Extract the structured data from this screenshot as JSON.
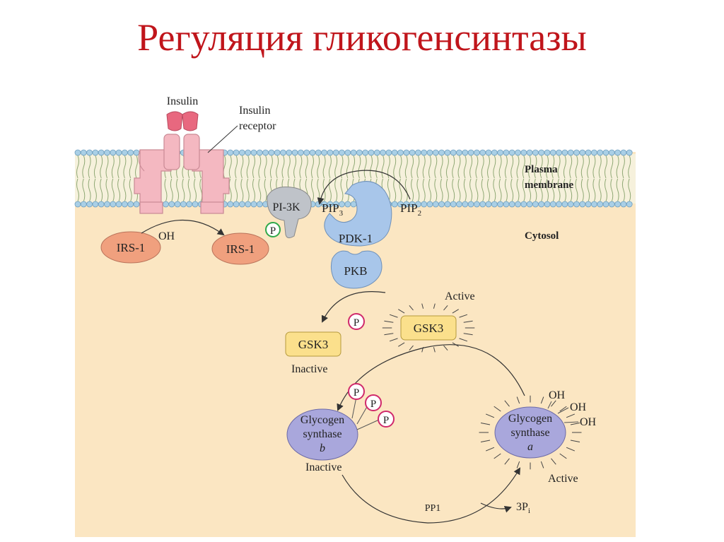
{
  "title": "Регуляция гликогенсинтазы",
  "colors": {
    "title": "#c0151b",
    "cytosol": "#fbe6c2",
    "membrane_lipid": "#a9cfe6",
    "receptor": "#f4b8c1",
    "insulin": "#e8687f",
    "irs": "#f0a07e",
    "pi3k": "#bfc3c9",
    "pdk": "#a8c6ea",
    "gsk": "#fbe08c",
    "glycogen_synthase": "#a9a7dc",
    "phosphate_ring": "#d0296b",
    "phosphate_ring_green": "#2fa84a",
    "pp1": "#1a9bd7"
  },
  "labels": {
    "insulin": "Insulin",
    "insulin_receptor_line1": "Insulin",
    "insulin_receptor_line2": "receptor",
    "plasma_membrane_line1": "Plasma",
    "plasma_membrane_line2": "membrane",
    "cytosol": "Cytosol",
    "irs1_left": "IRS-1",
    "irs1_right": "IRS-1",
    "oh_irs": "OH",
    "p_irs": "P",
    "pi3k": "PI-3K",
    "pip3": "PIP",
    "pip3_sub": "3",
    "pip2": "PIP",
    "pip2_sub": "2",
    "pdk1": "PDK-1",
    "pkb": "PKB",
    "gsk3_active": "GSK3",
    "gsk3_active_state": "Active",
    "gsk3_inactive": "GSK3",
    "gsk3_inactive_state": "Inactive",
    "p_gsk": "P",
    "gs_b_line1": "Glycogen",
    "gs_b_line2": "synthase",
    "gs_b_line3": "b",
    "gs_b_state": "Inactive",
    "gs_p1": "P",
    "gs_p2": "P",
    "gs_p3": "P",
    "gs_a_line1": "Glycogen",
    "gs_a_line2": "synthase",
    "gs_a_line3": "a",
    "gs_a_state": "Active",
    "gs_oh1": "OH",
    "gs_oh2": "OH",
    "gs_oh3": "OH",
    "pp1": "PP1",
    "pi_prefix": "3P",
    "pi_sub": "i"
  }
}
